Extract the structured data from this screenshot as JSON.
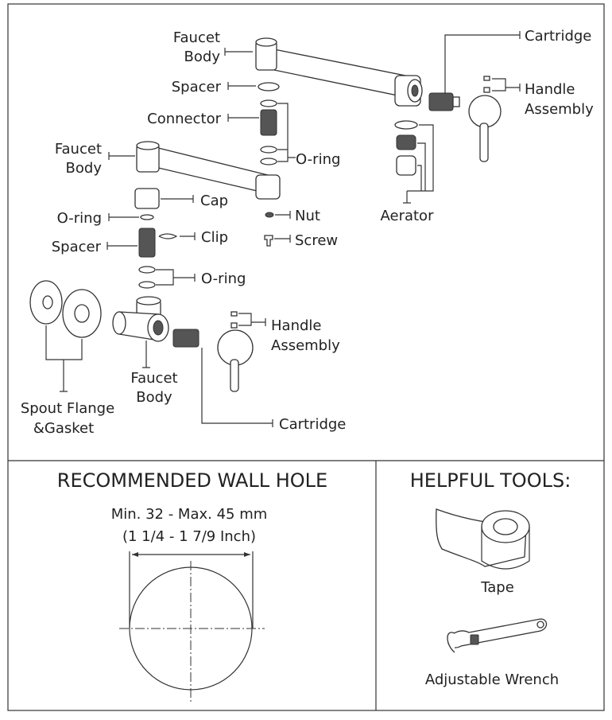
{
  "parts_diagram": {
    "labels": {
      "faucet_body_top": [
        "Faucet",
        "Body"
      ],
      "spacer_top": "Spacer",
      "connector": "Connector",
      "faucet_body_mid": [
        "Faucet",
        "Body"
      ],
      "o_ring_mid": "O-ring",
      "cap": "Cap",
      "o_ring_left": "O-ring",
      "clip": "Clip",
      "spacer_bottom": "Spacer",
      "o_ring_bottom": "O-ring",
      "nut": "Nut",
      "screw": "Screw",
      "cartridge_top": "Cartridge",
      "handle_assembly_top": [
        "Handle",
        "Assembly"
      ],
      "aerator": "Aerator",
      "handle_assembly_bottom": [
        "Handle",
        "Assembly"
      ],
      "faucet_body_bottom": [
        "Faucet",
        "Body"
      ],
      "spout_flange": [
        "Spout Flange",
        "&Gasket"
      ],
      "cartridge_bottom": "Cartridge"
    }
  },
  "wall_hole": {
    "title": "RECOMMENDED WALL HOLE",
    "range_mm": "Min. 32 - Max. 45 mm",
    "range_inch": "(1 1/4 - 1 7/9 Inch)"
  },
  "tools": {
    "title": "HELPFUL TOOLS:",
    "items": [
      {
        "label": "Tape",
        "icon": "tape-icon"
      },
      {
        "label": "Adjustable Wrench",
        "icon": "wrench-icon"
      }
    ]
  }
}
